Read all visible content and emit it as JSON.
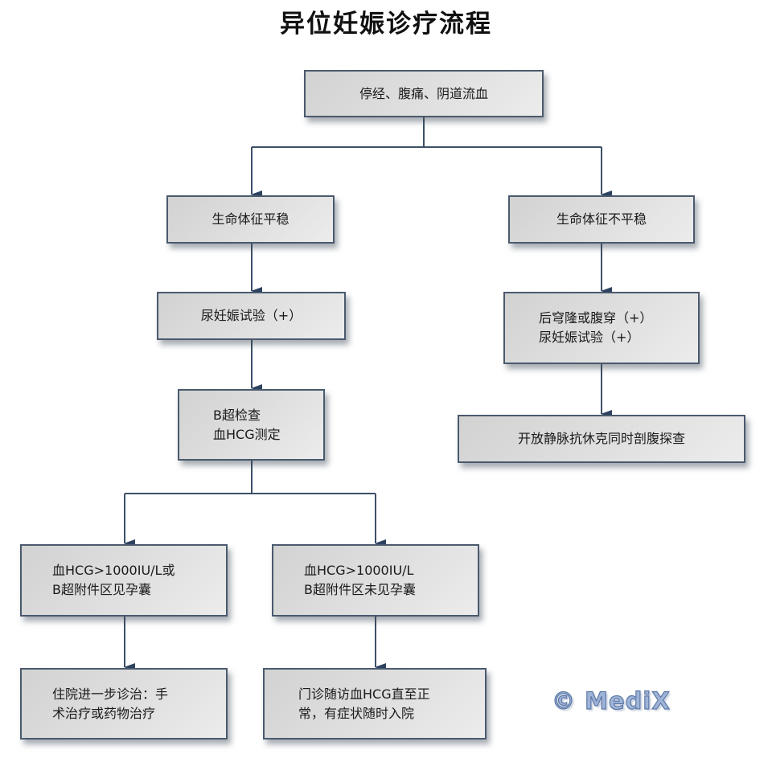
{
  "title": "异位妊娠诊疗流程",
  "nodes": {
    "root": {
      "lines": [
        "停经、腹痛、阴道流血"
      ]
    },
    "stable": {
      "lines": [
        "生命体征平稳"
      ]
    },
    "unstable": {
      "lines": [
        "生命体征不平稳"
      ]
    },
    "urine_test": {
      "lines": [
        "尿妊娠试验（+）"
      ]
    },
    "puncture_test": {
      "lines": [
        "后穹隆或腹穿（+）",
        "尿妊娠试验（+）"
      ]
    },
    "ultrasound_hcg": {
      "lines": [
        "B超检查",
        "血HCG测定"
      ]
    },
    "surgery_now": {
      "lines": [
        "开放静脉抗休克同时剖腹探查"
      ]
    },
    "sac_seen": {
      "lines": [
        "血HCG>1000IU/L或",
        "B超附件区见孕囊"
      ]
    },
    "sac_not_seen": {
      "lines": [
        "血HCG>1000IU/L",
        "B超附件区未见孕囊"
      ]
    },
    "hospitalize": {
      "lines": [
        "住院进一步诊治：手",
        "术治疗或药物治疗"
      ]
    },
    "outpatient": {
      "lines": [
        "门诊随访血HCG直至正",
        "常，有症状随时入院"
      ]
    }
  },
  "edges": [
    [
      "root",
      "stable"
    ],
    [
      "root",
      "unstable"
    ],
    [
      "stable",
      "urine_test"
    ],
    [
      "urine_test",
      "ultrasound_hcg"
    ],
    [
      "ultrasound_hcg",
      "sac_seen"
    ],
    [
      "ultrasound_hcg",
      "sac_not_seen"
    ],
    [
      "sac_seen",
      "hospitalize"
    ],
    [
      "sac_not_seen",
      "outpatient"
    ],
    [
      "unstable",
      "puncture_test"
    ],
    [
      "puncture_test",
      "surgery_now"
    ]
  ],
  "watermark": "© MediX",
  "colors": {
    "line": "#3d5068",
    "box_border": "#4a5a6e",
    "box_fill": "#dcdcdc",
    "watermark": "#9fb4d6"
  }
}
